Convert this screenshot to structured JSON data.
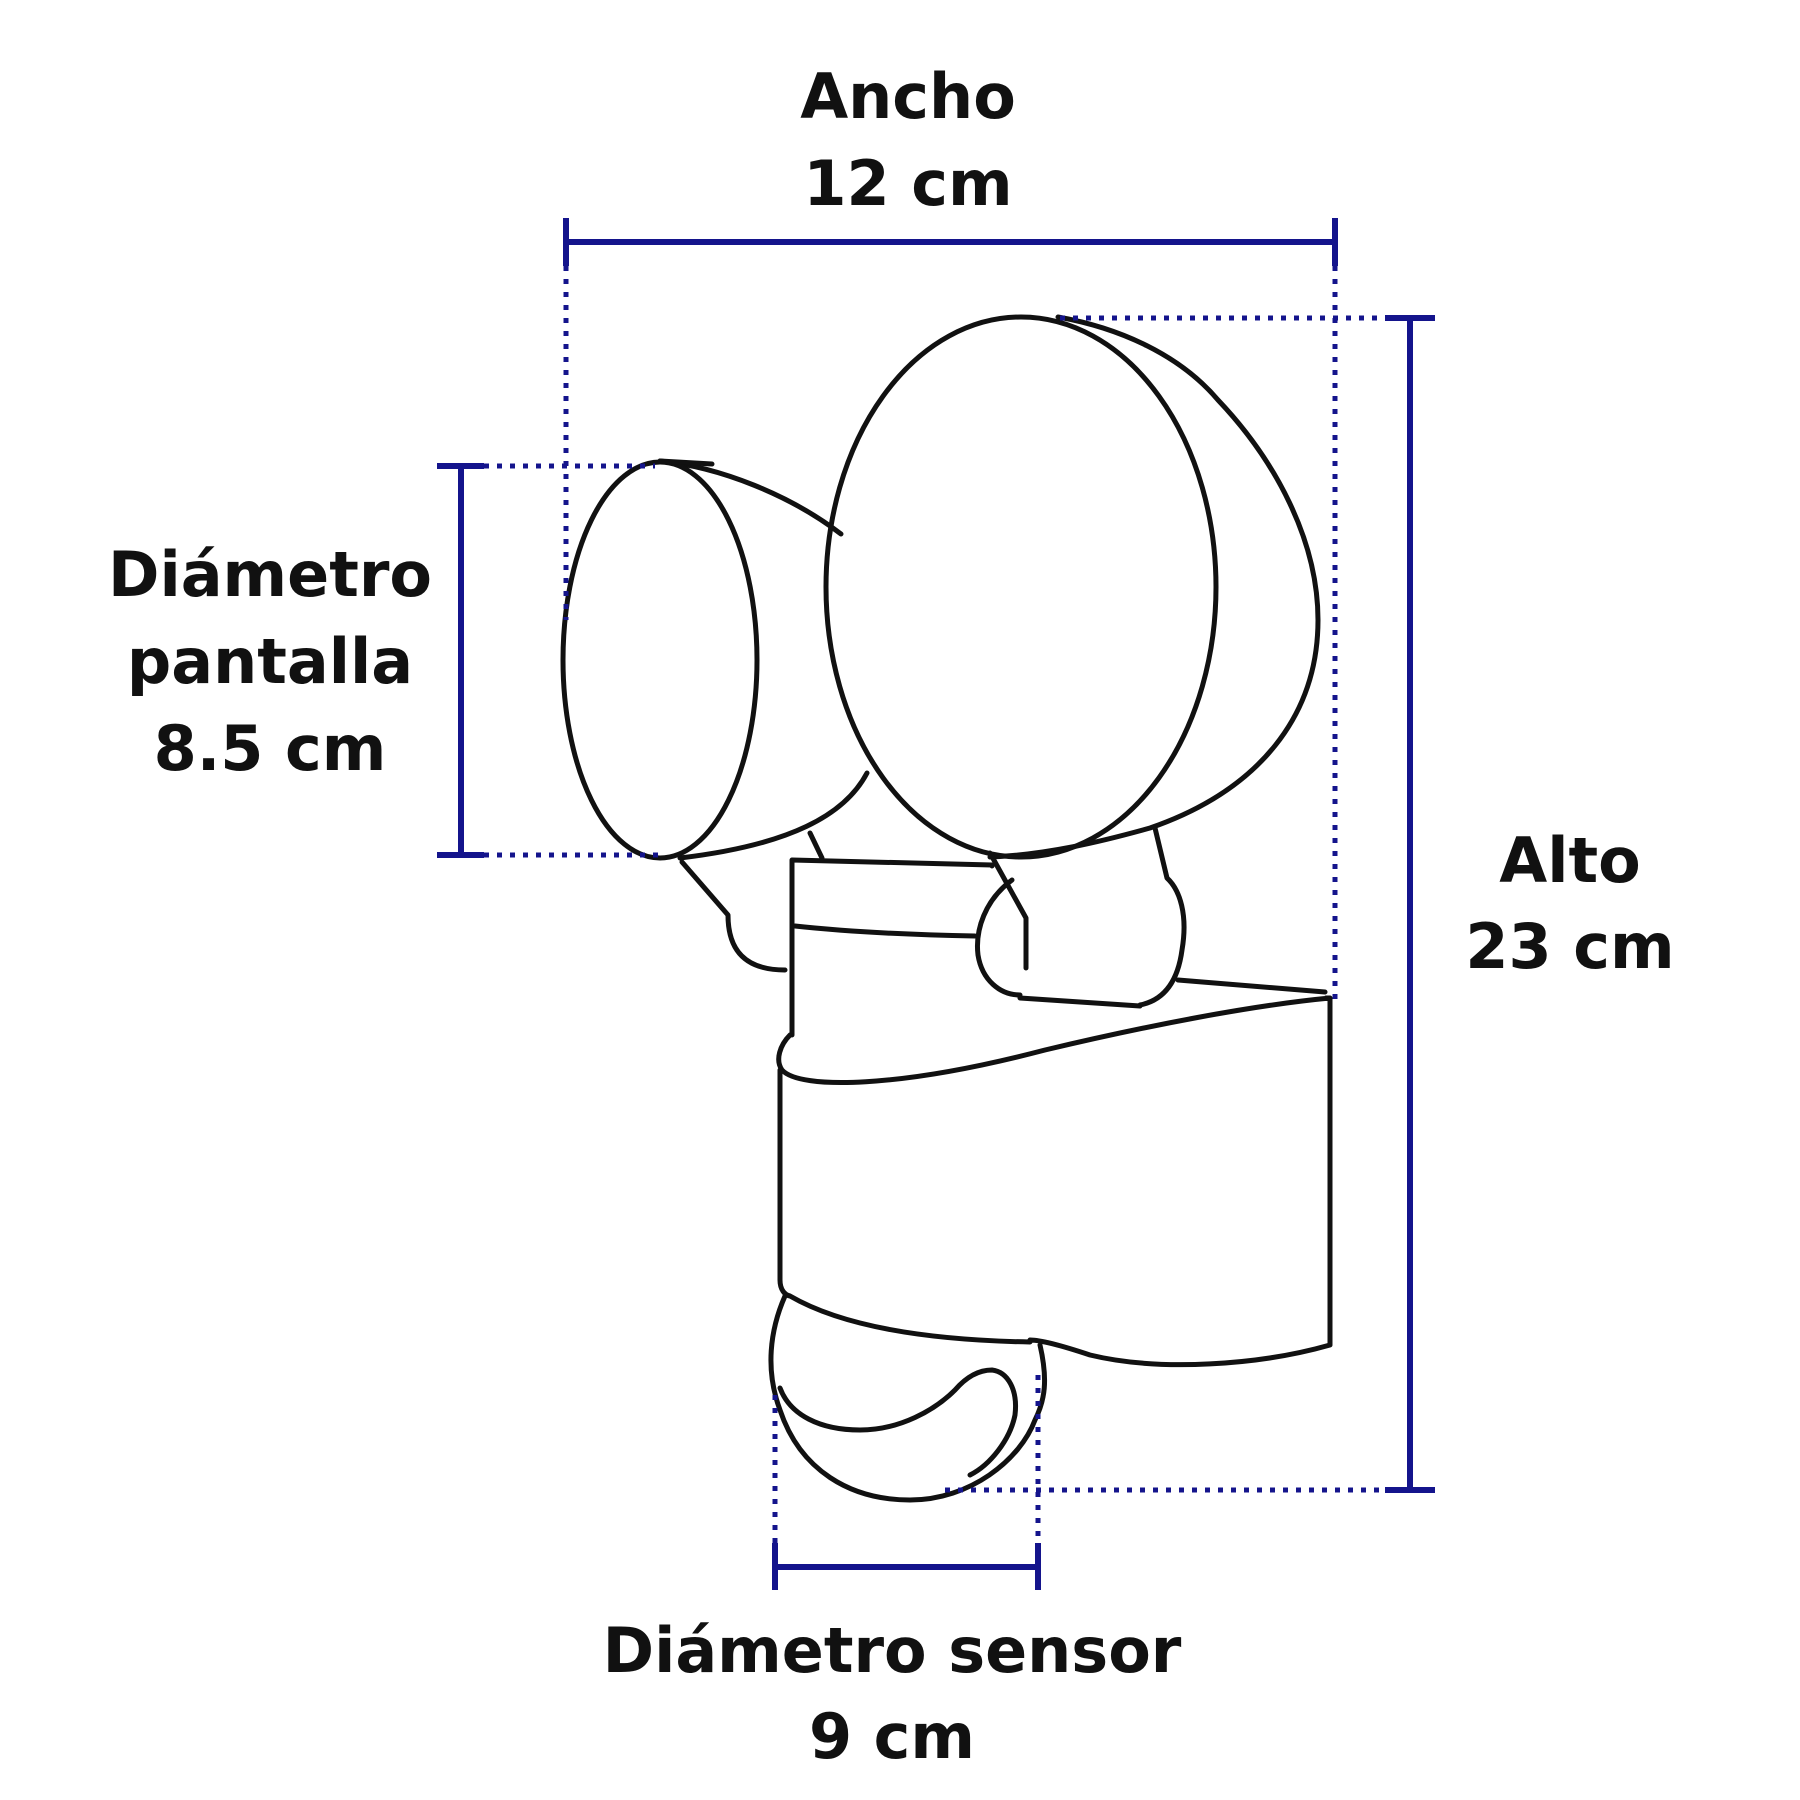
{
  "dimensions": {
    "width": {
      "label": "Ancho",
      "value": "12 cm"
    },
    "height": {
      "label": "Alto",
      "value": "23 cm"
    },
    "screen_diameter": {
      "label_line1": "Diámetro",
      "label_line2": "pantalla",
      "value": "8.5 cm"
    },
    "sensor_diameter": {
      "label": "Diámetro sensor",
      "value": "9 cm"
    }
  },
  "colors": {
    "dimension": "#14148c",
    "outline": "#111111",
    "background": "#ffffff"
  }
}
